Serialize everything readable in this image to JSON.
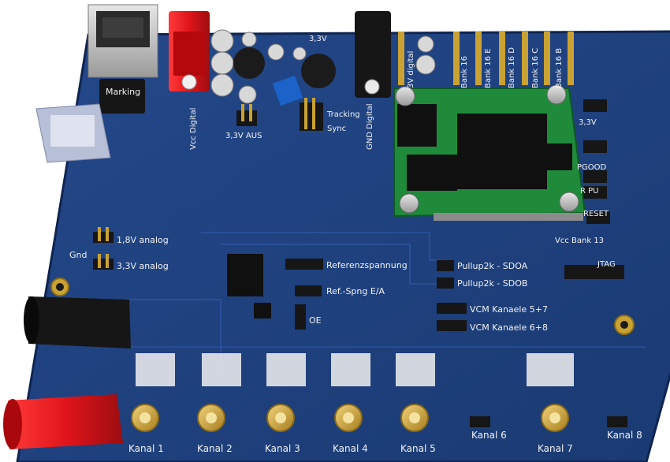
{
  "colors": {
    "pcb": "#1d3f7a",
    "pcb_edge": "#0f2550",
    "silkscreen": "#f2f2f2",
    "header_gold": "#c9a233",
    "module_green": "#1f8a3a",
    "banana_red": "#e0151b",
    "banana_black": "#161616",
    "sma_gold": "#c8a23a"
  },
  "labels": {
    "marking": "Marking",
    "vcc_digital": "Vcc Digital",
    "gnd_digital": "GND Digital",
    "aus_33v": "3,3V AUS",
    "tracking": "Tracking",
    "sync": "Sync",
    "v33_top": "3,3V",
    "v18_analog": "1,8V analog",
    "v33_analog": "3,3V analog",
    "gnd": "Gnd",
    "referenzspannung": "Referenzspannung",
    "ref_spng": "Ref.-Spng E/A",
    "oe": "OE",
    "pullup_sdoa": "Pullup2k - SDOA",
    "pullup_sdob": "Pullup2k - SDOB",
    "vcm_57": "VCM Kanaele 5+7",
    "vcm_68": "VCM Kanaele 6+8",
    "vcc_bank13": "Vcc Bank 13",
    "jtag": "JTAG",
    "v33_right": "3,3V",
    "pgood": "PGOOD",
    "r_pu": "R PU",
    "reset": "RESET",
    "bank16e": "Bank 16 E",
    "bank16d": "Bank 16 D",
    "bank16c": "Bank 16 C",
    "bank16b": "Bank 16 B",
    "bank16a": "Bank 16",
    "v3_digital": "3V digital"
  },
  "channels": [
    {
      "label": "Kanal 1"
    },
    {
      "label": "Kanal 2"
    },
    {
      "label": "Kanal 3"
    },
    {
      "label": "Kanal 4"
    },
    {
      "label": "Kanal 5"
    },
    {
      "label": "Kanal 6"
    },
    {
      "label": "Kanal 7"
    },
    {
      "label": "Kanal 8"
    }
  ]
}
